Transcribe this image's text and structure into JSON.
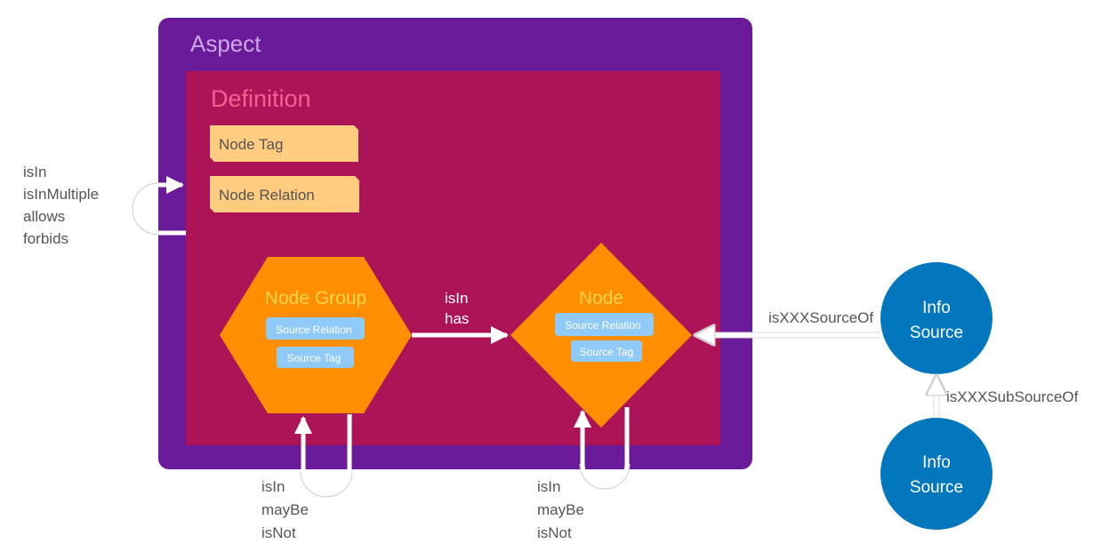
{
  "aspect": {
    "title": "Aspect"
  },
  "definition": {
    "title": "Definition"
  },
  "tags": {
    "node_tag": "Node Tag",
    "node_relation": "Node Relation"
  },
  "aspect_relation_labels": [
    "isIn",
    "isInMultiple",
    "allows",
    "forbids"
  ],
  "node_group": {
    "title": "Node Group",
    "source_relation": "Source Relation",
    "source_tag": "Source Tag"
  },
  "node": {
    "title": "Node",
    "source_relation": "Source Relation",
    "source_tag": "Source Tag"
  },
  "group_to_node_labels": [
    "isIn",
    "has"
  ],
  "group_self_labels": [
    "isIn",
    "mayBe",
    "isNot"
  ],
  "node_self_labels": [
    "isIn",
    "mayBe",
    "isNot"
  ],
  "info_source_top": {
    "line1": "Info",
    "line2": "Source"
  },
  "info_source_bottom": {
    "line1": "Info",
    "line2": "Source"
  },
  "source_of_label": "isXXXSourceOf",
  "sub_source_of_label": "isXXXSubSourceOf",
  "colors": {
    "aspect": "#6A1B9A",
    "aspect_title": "#C9A6E8",
    "definition": "#AD1457",
    "definition_title": "#F06292",
    "tag": "#FFCC80",
    "tag_text": "#555555",
    "node_shape": "#FF8F00",
    "node_title": "#FFD54F",
    "source_chip": "#90CAF9",
    "info_source": "#0277BD",
    "label_text": "#555555"
  }
}
